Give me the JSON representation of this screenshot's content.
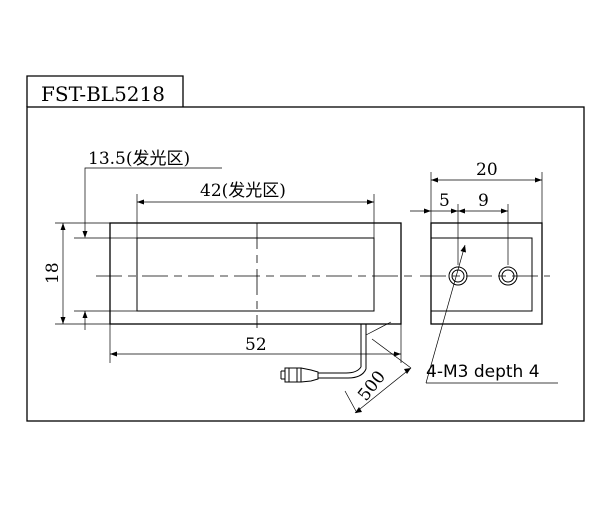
{
  "model": "FST-BL5218",
  "dimensions": {
    "emitting_width": "13.5(发光区)",
    "emitting_length": "42(发光区)",
    "height": "18",
    "length": "52",
    "width": "20",
    "hole_offset": "5",
    "hole_pitch": "9",
    "cable_length": "500"
  },
  "note": "4-M3 depth 4"
}
